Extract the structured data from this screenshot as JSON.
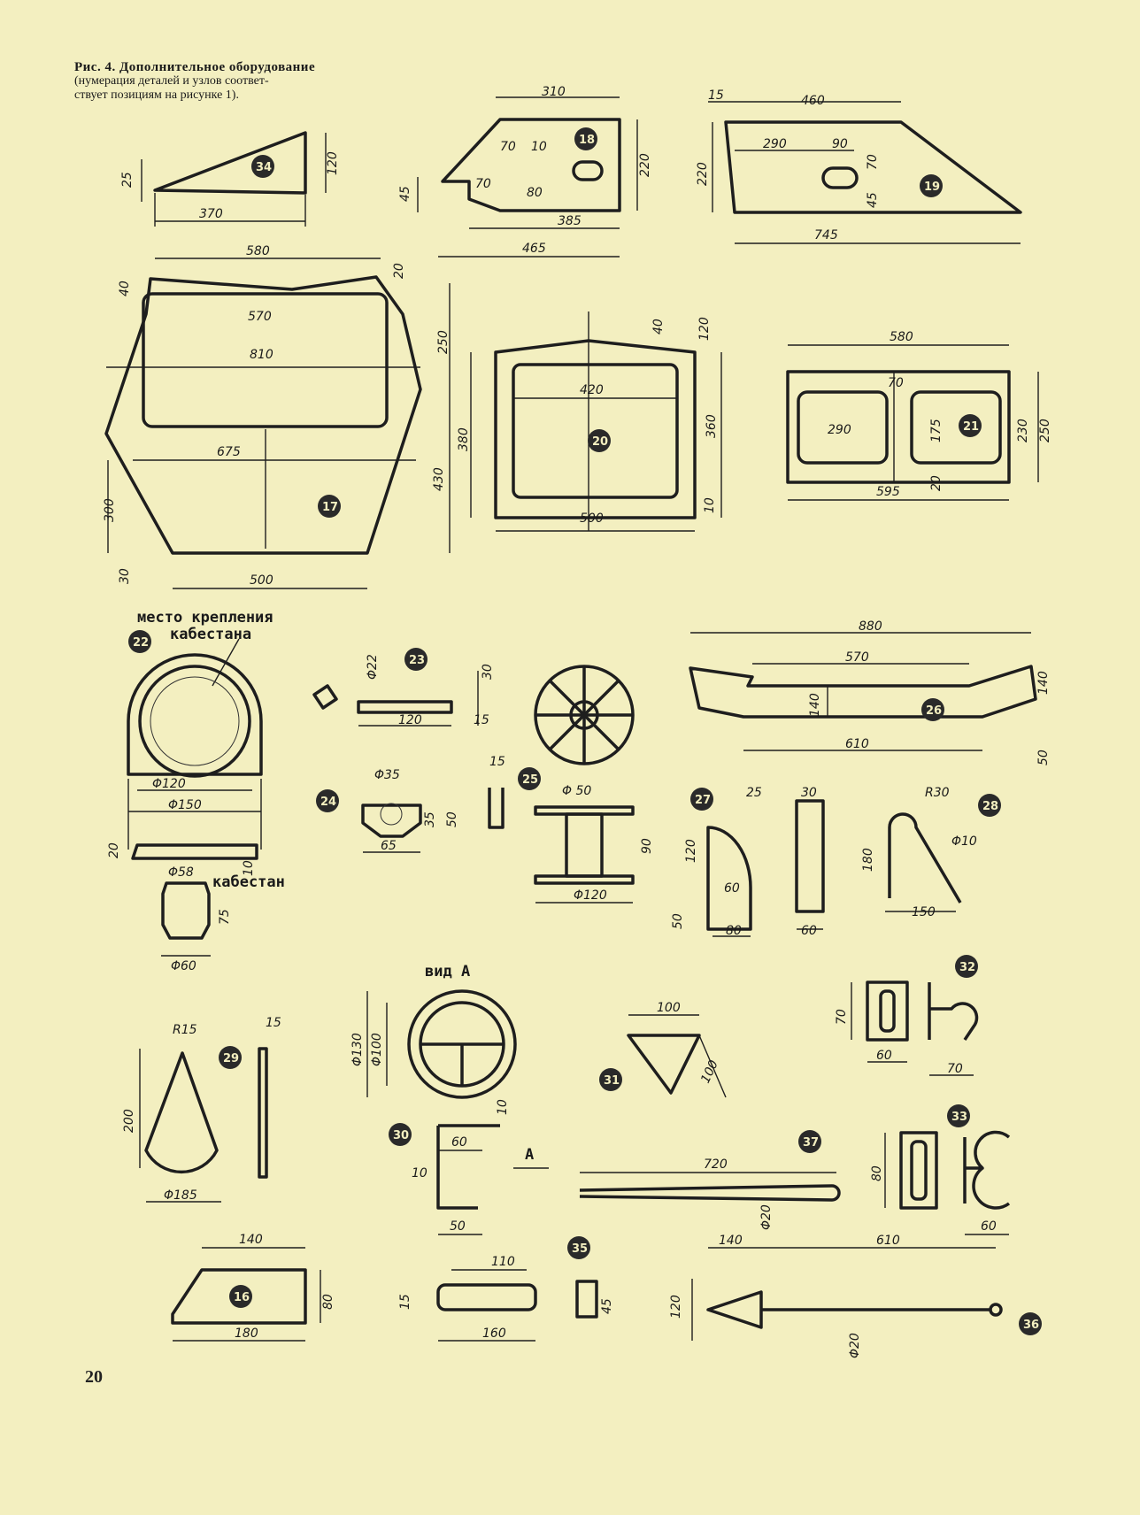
{
  "caption": {
    "line1": "Рис. 4. Дополнительное оборудование",
    "line2": "(нумерация деталей и узлов соответ-",
    "line3": "ствует позициям на рисунке 1)."
  },
  "page_number": "20",
  "labels": {
    "capstan_mount_1": "место крепления",
    "capstan_mount_2": "кабестана",
    "capstan": "кабестан",
    "view_a": "вид А",
    "arrow_a": "А"
  },
  "parts": [
    "34",
    "18",
    "19",
    "17",
    "20",
    "21",
    "22",
    "23",
    "24",
    "25",
    "26",
    "27",
    "28",
    "29",
    "30",
    "31",
    "32",
    "33",
    "16",
    "35",
    "36",
    "37"
  ],
  "dims": {
    "p34": [
      "25",
      "370",
      "120"
    ],
    "p18": [
      "310",
      "70",
      "10",
      "45",
      "70",
      "80",
      "220",
      "385",
      "465"
    ],
    "p19": [
      "15",
      "460",
      "290",
      "90",
      "70",
      "220",
      "45",
      "745"
    ],
    "p17": [
      "580",
      "40",
      "20",
      "570",
      "250",
      "810",
      "675",
      "300",
      "430",
      "30",
      "500"
    ],
    "p20": [
      "40",
      "120",
      "420",
      "380",
      "360",
      "500",
      "10"
    ],
    "p21": [
      "580",
      "70",
      "230",
      "250",
      "290",
      "175",
      "20",
      "595"
    ],
    "p22": [
      "Φ120",
      "Φ150",
      "20",
      "10"
    ],
    "p23": [
      "Φ22",
      "30",
      "120",
      "15"
    ],
    "p24": [
      "Φ35",
      "35",
      "50",
      "65"
    ],
    "p25": [
      "15"
    ],
    "wheel": [
      "Φ 50",
      "90",
      "Φ120"
    ],
    "p26": [
      "880",
      "570",
      "140",
      "140",
      "610",
      "50"
    ],
    "p27": [
      "25",
      "30",
      "120",
      "60",
      "50",
      "80",
      "60"
    ],
    "p28": [
      "R30",
      "Φ10",
      "180",
      "150"
    ],
    "capstan_part": [
      "Φ58",
      "75",
      "Φ60"
    ],
    "p29": [
      "R15",
      "15",
      "200",
      "Φ185"
    ],
    "view": [
      "Φ130",
      "Φ100"
    ],
    "p30": [
      "10",
      "60",
      "10",
      "50"
    ],
    "p31": [
      "100",
      "100"
    ],
    "p32": [
      "70",
      "60",
      "70"
    ],
    "p33": [
      "80",
      "60"
    ],
    "p37": [
      "720",
      "Φ20"
    ],
    "p16": [
      "140",
      "80",
      "180"
    ],
    "p35": [
      "110",
      "15",
      "45",
      "160"
    ],
    "p36": [
      "140",
      "610",
      "120",
      "Φ20"
    ]
  }
}
